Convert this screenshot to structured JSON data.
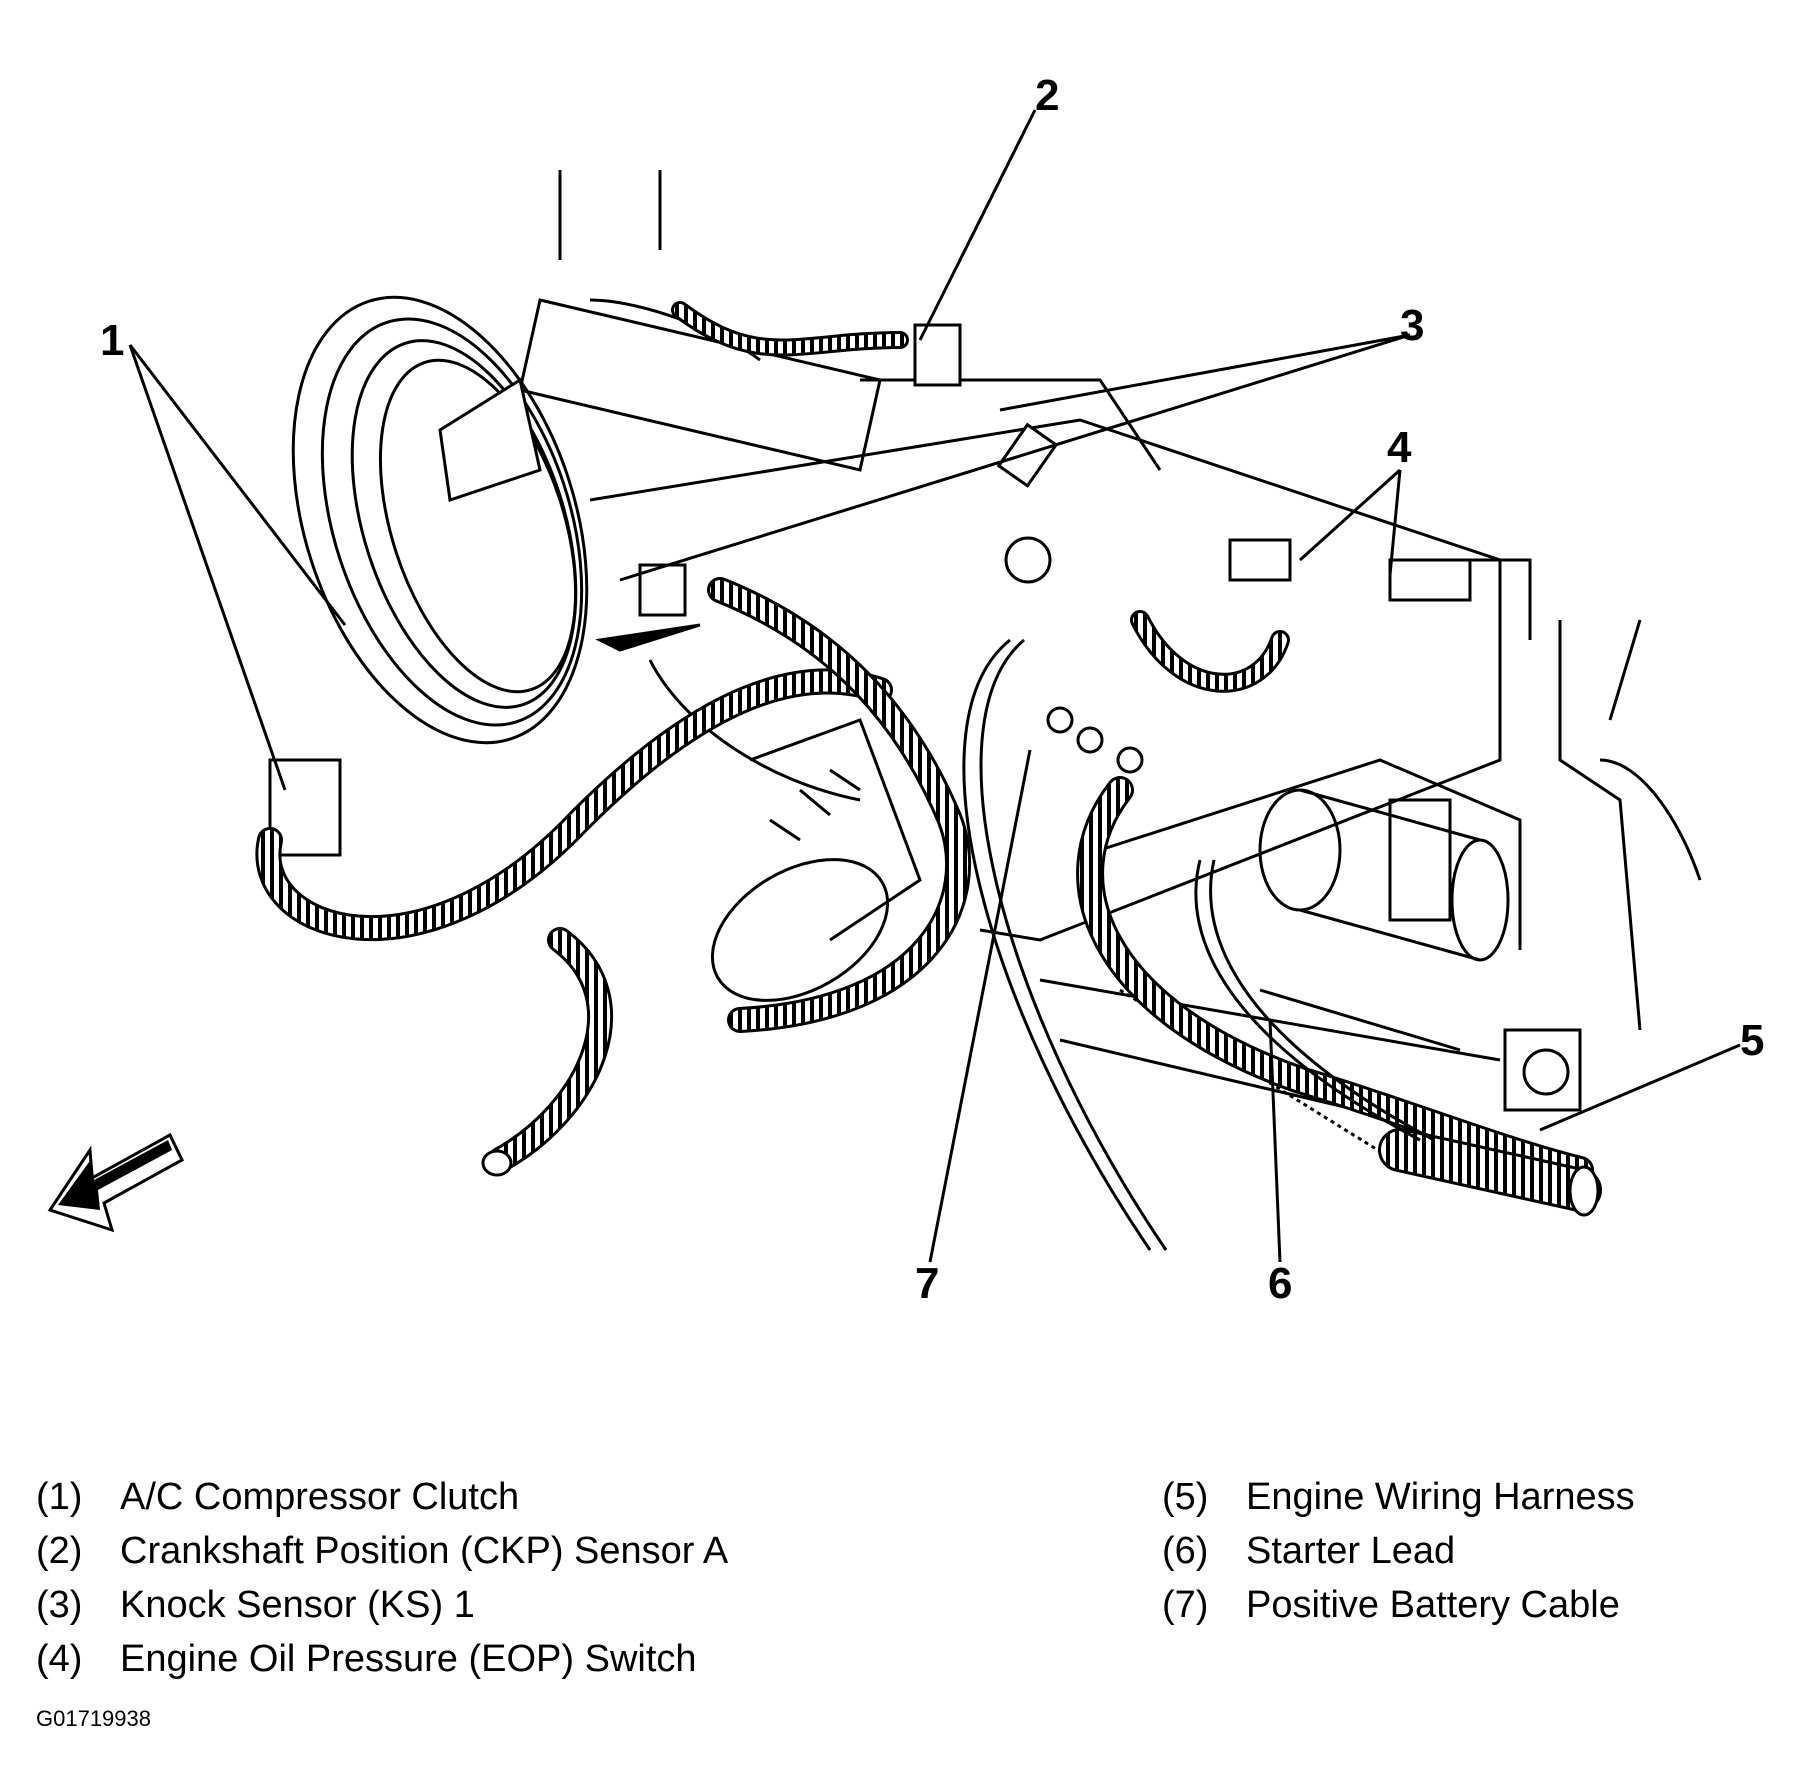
{
  "callouts": [
    "1",
    "2",
    "3",
    "4",
    "5",
    "6",
    "7"
  ],
  "legend": [
    {
      "num": "(1)",
      "label": "A/C Compressor Clutch"
    },
    {
      "num": "(2)",
      "label": "Crankshaft Position (CKP) Sensor A"
    },
    {
      "num": "(3)",
      "label": "Knock Sensor (KS) 1"
    },
    {
      "num": "(4)",
      "label": "Engine Oil Pressure (EOP) Switch"
    },
    {
      "num": "(5)",
      "label": "Engine Wiring Harness"
    },
    {
      "num": "(6)",
      "label": "Starter Lead"
    },
    {
      "num": "(7)",
      "label": "Positive Battery Cable"
    }
  ],
  "figure_id": "G01719938"
}
